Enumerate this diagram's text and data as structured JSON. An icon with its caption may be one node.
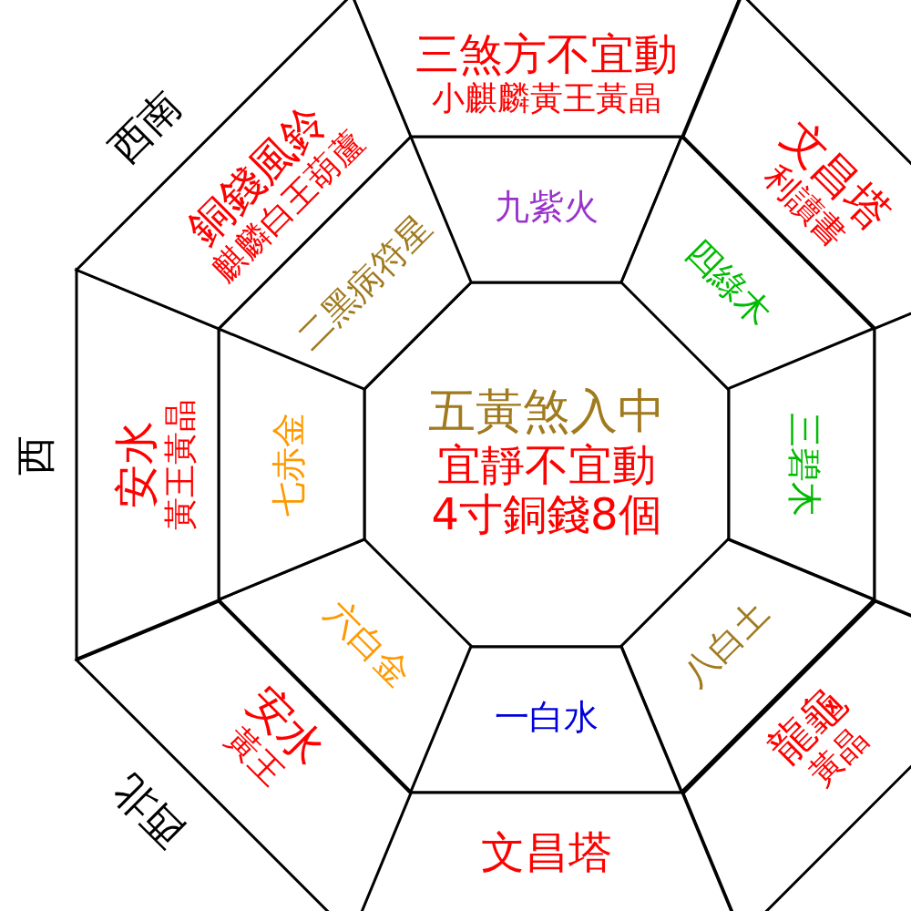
{
  "diagram": {
    "nodes": [
      {
        "text": [
          "五黃煞入中",
          "宜靜不宜動",
          "4寸銅錢8個"
        ]
      },
      {
        "text": [
          "九紫火"
        ]
      },
      {
        "text": [
          "四綠木"
        ]
      },
      {
        "text": [
          "三碧木"
        ]
      },
      {
        "text": [
          "八白土"
        ]
      },
      {
        "text": [
          "一白水"
        ]
      },
      {
        "text": [
          "六白金"
        ]
      },
      {
        "text": [
          "七赤金"
        ]
      },
      {
        "text": [
          "二黑病符星"
        ]
      },
      {
        "text": [
          "三煞方不宜動",
          "小麒麟黃王黃晶"
        ]
      },
      {
        "text": [
          "文昌塔",
          "利讀書"
        ]
      },
      {
        "text": [],
        "shape": "box"
      },
      {
        "text": [
          "龍龜",
          "黃晶"
        ]
      },
      {
        "text": [
          "文昌塔"
        ]
      },
      {
        "text": [
          "安水",
          "黃王"
        ]
      },
      {
        "text": [
          "安水",
          "黃王黃晶"
        ]
      },
      {
        "text": [
          "銅錢風鈴",
          "麒麟白王葫蘆"
        ]
      }
    ],
    "labels": [
      "西南",
      "西",
      "西北"
    ]
  }
}
